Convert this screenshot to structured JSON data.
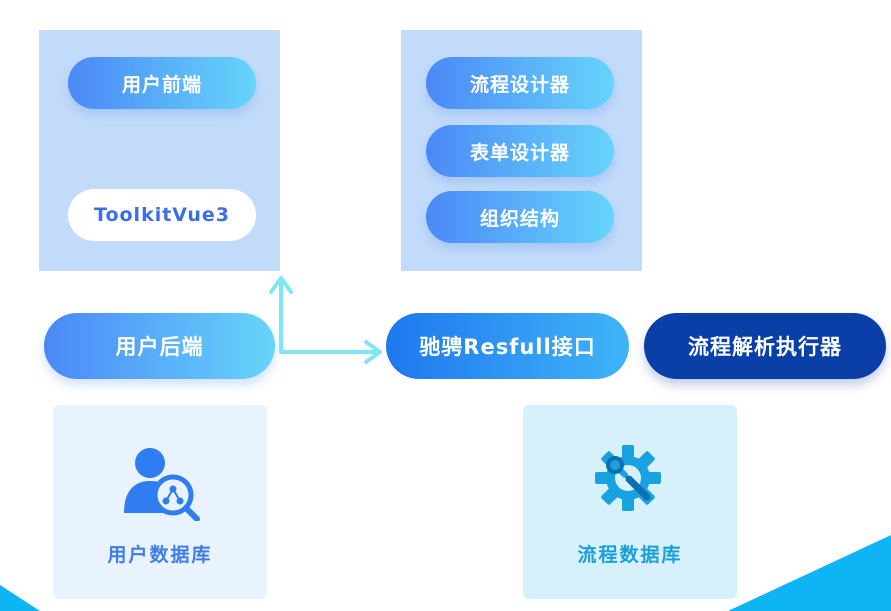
{
  "frontend_panel": {
    "user_frontend": "用户前端",
    "toolkit": "ToolkitVue3"
  },
  "designer_panel": {
    "flow_designer": "流程设计器",
    "form_designer": "表单设计器",
    "org_structure": "组织结构"
  },
  "middle_row": {
    "user_backend": "用户后端",
    "api": "驰骋Resfull接口",
    "executor": "流程解析执行器"
  },
  "databases": {
    "user_db": {
      "label": "用户数据库",
      "icon": "user-search-icon"
    },
    "flow_db": {
      "label": "流程数据库",
      "icon": "gear-wrench-icon"
    }
  },
  "colors": {
    "panel": "#c3dbfa",
    "pill_gradient_start": "#4b88f6",
    "pill_gradient_end": "#66d5fb",
    "executor": "#0a3fa8",
    "connector": "#7fe6f5",
    "accent_corner": "#0fb4f5"
  }
}
